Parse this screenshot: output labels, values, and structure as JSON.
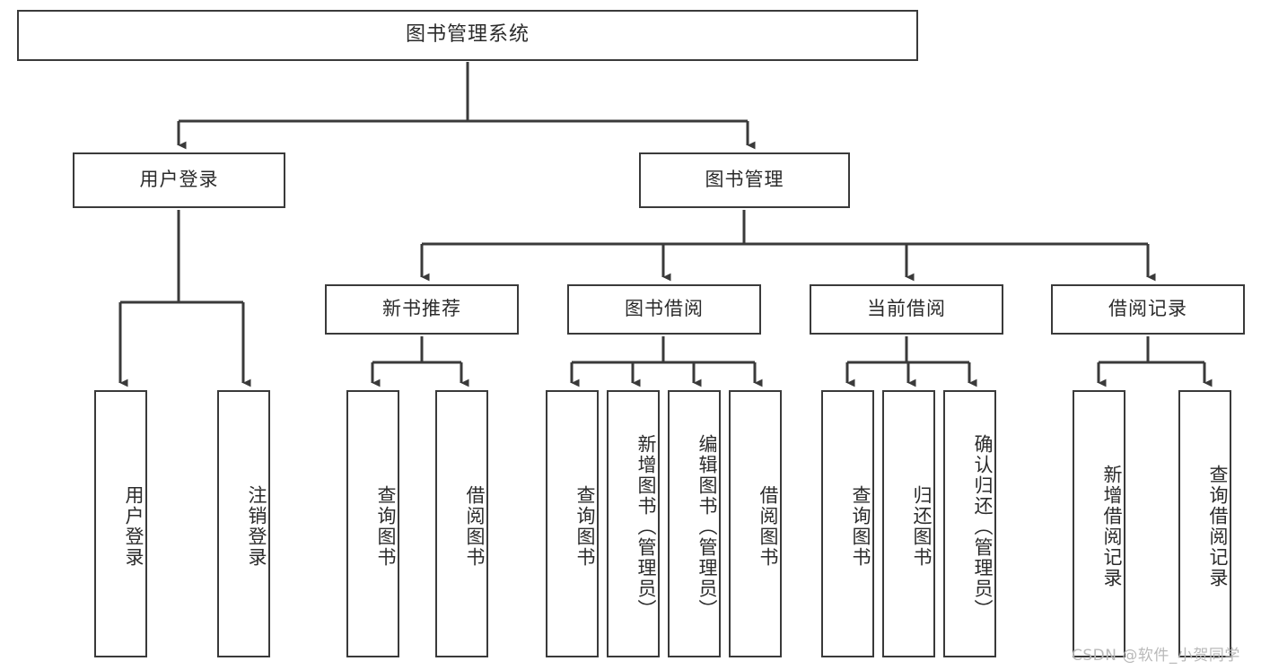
{
  "diagram": {
    "title": "图书管理系统",
    "type": "tree",
    "watermark": "CSDN @软件_小贺同学",
    "colors": {
      "box_border": "#3a3a3a",
      "box_fill": "#ffffff",
      "connector": "#3a3a3a",
      "text": "#2b2b2b",
      "watermark": "#b9b9b9",
      "background": "#ffffff"
    },
    "root": {
      "label": "图书管理系统"
    },
    "level2": [
      {
        "label": "用户登录"
      },
      {
        "label": "图书管理"
      }
    ],
    "level3": [
      {
        "label": "新书推荐"
      },
      {
        "label": "图书借阅"
      },
      {
        "label": "当前借阅"
      },
      {
        "label": "借阅记录"
      }
    ],
    "leaves": {
      "user_login": [
        {
          "label": "用户登录"
        },
        {
          "label": "注销登录"
        }
      ],
      "new_book": [
        {
          "label": "查询图书"
        },
        {
          "label": "借阅图书"
        }
      ],
      "book_borrow": [
        {
          "label": "查询图书"
        },
        {
          "label": "新增图书（管理员）"
        },
        {
          "label": "编辑图书（管理员）"
        },
        {
          "label": "借阅图书"
        }
      ],
      "current_borrow": [
        {
          "label": "查询图书"
        },
        {
          "label": "归还图书"
        },
        {
          "label": "确认归还（管理员）"
        }
      ],
      "borrow_record": [
        {
          "label": "新增借阅记录"
        },
        {
          "label": "查询借阅记录"
        }
      ]
    }
  }
}
